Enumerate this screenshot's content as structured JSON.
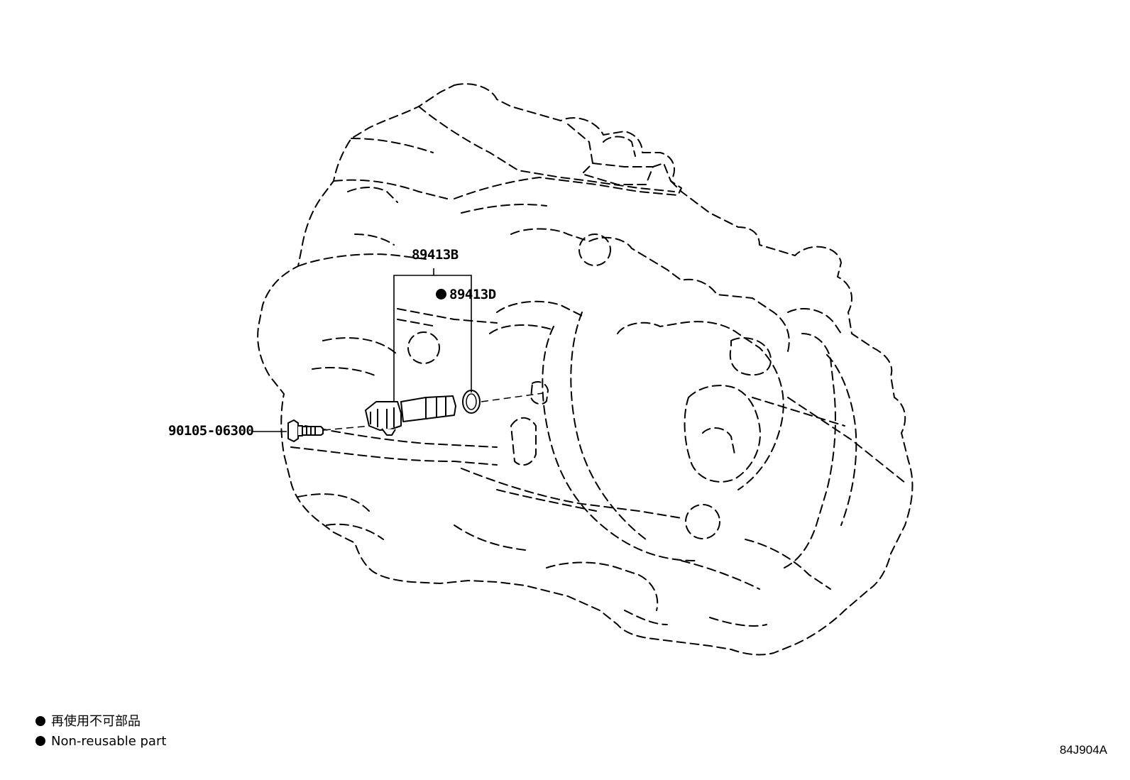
{
  "callouts": {
    "sensor_part": "89413B",
    "oring_part": "89413D",
    "bolt_part": "90105-06300"
  },
  "legend": {
    "items": [
      {
        "text": "再使用不可部品"
      },
      {
        "text": "Non-reusable part"
      }
    ]
  },
  "diagram_code": "84J904A"
}
